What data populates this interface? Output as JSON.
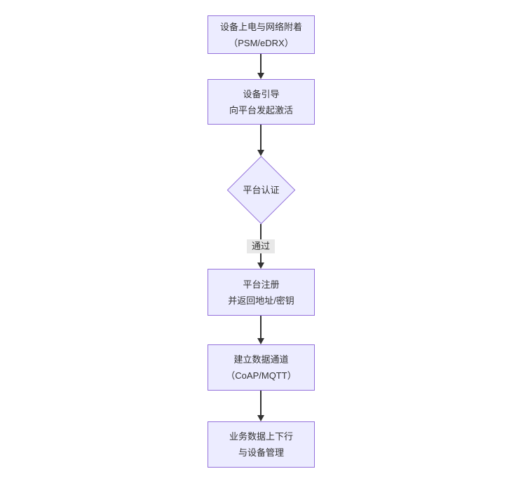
{
  "diagram": {
    "type": "flowchart",
    "direction": "top-down",
    "nodes": [
      {
        "id": "power-on",
        "shape": "rect",
        "lines": [
          "设备上电与网络附着",
          "（PSM/eDRX）"
        ]
      },
      {
        "id": "bootstrap",
        "shape": "rect",
        "lines": [
          "设备引导",
          "向平台发起激活"
        ]
      },
      {
        "id": "platform-auth",
        "shape": "diamond",
        "lines": [
          "平台认证"
        ]
      },
      {
        "id": "register",
        "shape": "rect",
        "lines": [
          "平台注册",
          "并返回地址/密钥"
        ]
      },
      {
        "id": "data-channel",
        "shape": "rect",
        "lines": [
          "建立数据通道",
          "（CoAP/MQTT）"
        ]
      },
      {
        "id": "business-data",
        "shape": "rect",
        "lines": [
          "业务数据上下行",
          "与设备管理"
        ]
      }
    ],
    "edges": [
      {
        "from": "power-on",
        "to": "bootstrap",
        "label": ""
      },
      {
        "from": "bootstrap",
        "to": "platform-auth",
        "label": ""
      },
      {
        "from": "platform-auth",
        "to": "register",
        "label": "通过"
      },
      {
        "from": "register",
        "to": "data-channel",
        "label": ""
      },
      {
        "from": "data-channel",
        "to": "business-data",
        "label": ""
      }
    ],
    "colors": {
      "node_fill": "#ECECFF",
      "node_border": "#9370DB",
      "edge": "#333333",
      "text": "#333333",
      "edge_label_bg": "#e8e8e8"
    }
  }
}
